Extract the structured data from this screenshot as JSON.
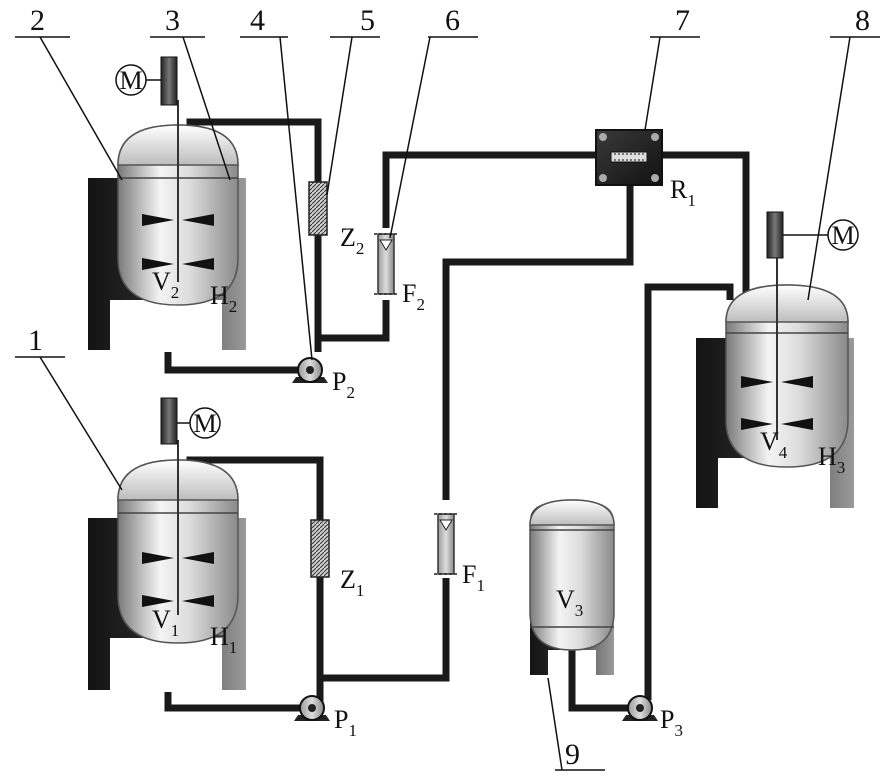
{
  "callouts": {
    "c1": "1",
    "c2": "2",
    "c3": "3",
    "c4": "4",
    "c5": "5",
    "c6": "6",
    "c7": "7",
    "c8": "8",
    "c9": "9"
  },
  "motor_symbol": "M",
  "vessels": {
    "v1": {
      "main": "V",
      "sub": "1"
    },
    "v2": {
      "main": "V",
      "sub": "2"
    },
    "v3": {
      "main": "V",
      "sub": "3"
    },
    "v4": {
      "main": "V",
      "sub": "4"
    }
  },
  "heaters": {
    "h1": {
      "main": "H",
      "sub": "1"
    },
    "h2": {
      "main": "H",
      "sub": "2"
    },
    "h3": {
      "main": "H",
      "sub": "3"
    }
  },
  "pumps": {
    "p1": {
      "main": "P",
      "sub": "1"
    },
    "p2": {
      "main": "P",
      "sub": "2"
    },
    "p3": {
      "main": "P",
      "sub": "3"
    }
  },
  "filters": {
    "z1": {
      "main": "Z",
      "sub": "1"
    },
    "z2": {
      "main": "Z",
      "sub": "2"
    }
  },
  "flowmeters": {
    "f1": {
      "main": "F",
      "sub": "1"
    },
    "f2": {
      "main": "F",
      "sub": "2"
    }
  },
  "reactor": {
    "main": "R",
    "sub": "1"
  },
  "colors": {
    "pipe": "#1a1a1a",
    "jacket_dark": "#1e1e1e",
    "jacket_light": "#8a8a8a",
    "vessel_light": "#f2f2f2",
    "vessel_dark": "#8c8c8c"
  }
}
